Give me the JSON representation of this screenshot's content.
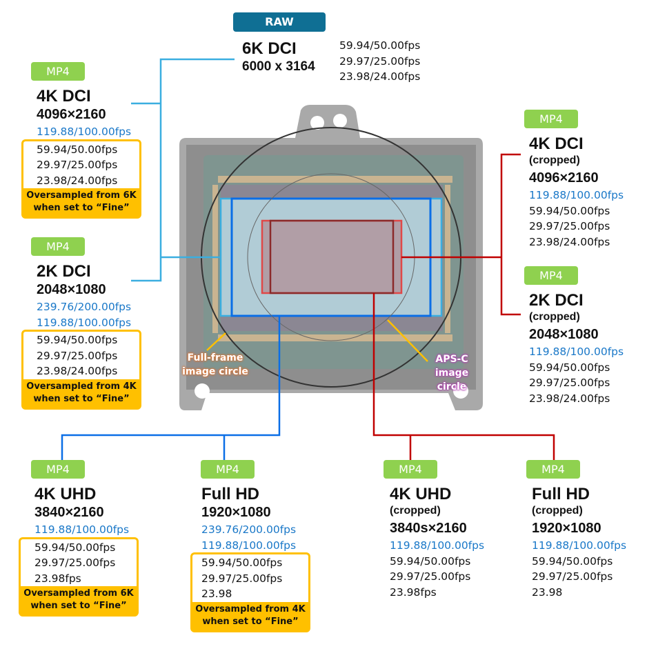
{
  "colors": {
    "raw": "#0f6f94",
    "mp4": "#8fd14f",
    "oversample": "#ffc000",
    "high_fps": "#1a78c8",
    "full_frame_lines": "#0a6ee6",
    "full_frame_6k": "#3aaee0",
    "crop_lines": "#c00000"
  },
  "raw": {
    "badge": "RAW",
    "title": "6K DCI",
    "resolution": "6000 x 3164",
    "fps": [
      "59.94/50.00fps",
      "29.97/25.00fps",
      "23.98/24.00fps"
    ]
  },
  "sensor_labels": {
    "full_frame": [
      "Full-frame",
      "image circle"
    ],
    "apsc": [
      "APS-C",
      "image",
      "circle"
    ]
  },
  "blocks": [
    {
      "id": "4k-dci",
      "badge": "MP4",
      "title": "4K DCI",
      "resolution": "4096×2160",
      "fps_high": [
        "119.88/100.00fps"
      ],
      "fps": [
        "59.94/50.00fps",
        "29.97/25.00fps",
        "23.98/24.00fps"
      ],
      "note": [
        "Oversampled from 6K",
        "when set to “Fine”"
      ]
    },
    {
      "id": "2k-dci",
      "badge": "MP4",
      "title": "2K DCI",
      "resolution": "2048×1080",
      "fps_high": [
        "239.76/200.00fps",
        "119.88/100.00fps"
      ],
      "fps": [
        "59.94/50.00fps",
        "29.97/25.00fps",
        "23.98/24.00fps"
      ],
      "note": [
        "Oversampled from 4K",
        "when set to “Fine”"
      ]
    },
    {
      "id": "4k-dci-cropped",
      "badge": "MP4",
      "title": "4K DCI",
      "cropped": "(cropped)",
      "resolution": "4096×2160",
      "fps_high": [
        "119.88/100.00fps"
      ],
      "fps": [
        "59.94/50.00fps",
        "29.97/25.00fps",
        "23.98/24.00fps"
      ]
    },
    {
      "id": "2k-dci-cropped",
      "badge": "MP4",
      "title": "2K DCI",
      "cropped": "(cropped)",
      "resolution": "2048×1080",
      "fps_high": [
        "119.88/100.00fps"
      ],
      "fps": [
        "59.94/50.00fps",
        "29.97/25.00fps",
        "23.98/24.00fps"
      ]
    },
    {
      "id": "4k-uhd",
      "badge": "MP4",
      "title": "4K UHD",
      "resolution": "3840×2160",
      "fps_high": [
        "119.88/100.00fps"
      ],
      "fps": [
        "59.94/50.00fps",
        "29.97/25.00fps",
        "23.98fps"
      ],
      "note": [
        "Oversampled from 6K",
        "when set to “Fine”"
      ]
    },
    {
      "id": "full-hd",
      "badge": "MP4",
      "title": "Full HD",
      "resolution": "1920×1080",
      "fps_high": [
        "239.76/200.00fps",
        "119.88/100.00fps"
      ],
      "fps": [
        "59.94/50.00fps",
        "29.97/25.00fps",
        "23.98"
      ],
      "note": [
        "Oversampled from 4K",
        "when set to “Fine”"
      ]
    },
    {
      "id": "4k-uhd-cropped",
      "badge": "MP4",
      "title": "4K UHD",
      "cropped": "(cropped)",
      "resolution": "3840s×2160",
      "fps_high": [
        "119.88/100.00fps"
      ],
      "fps": [
        "59.94/50.00fps",
        "29.97/25.00fps",
        "23.98fps"
      ]
    },
    {
      "id": "full-hd-cropped",
      "badge": "MP4",
      "title": "Full HD",
      "cropped": "(cropped)",
      "resolution": "1920×1080",
      "fps_high": [
        "119.88/100.00fps"
      ],
      "fps": [
        "59.94/50.00fps",
        "29.97/25.00fps",
        "23.98"
      ]
    }
  ]
}
